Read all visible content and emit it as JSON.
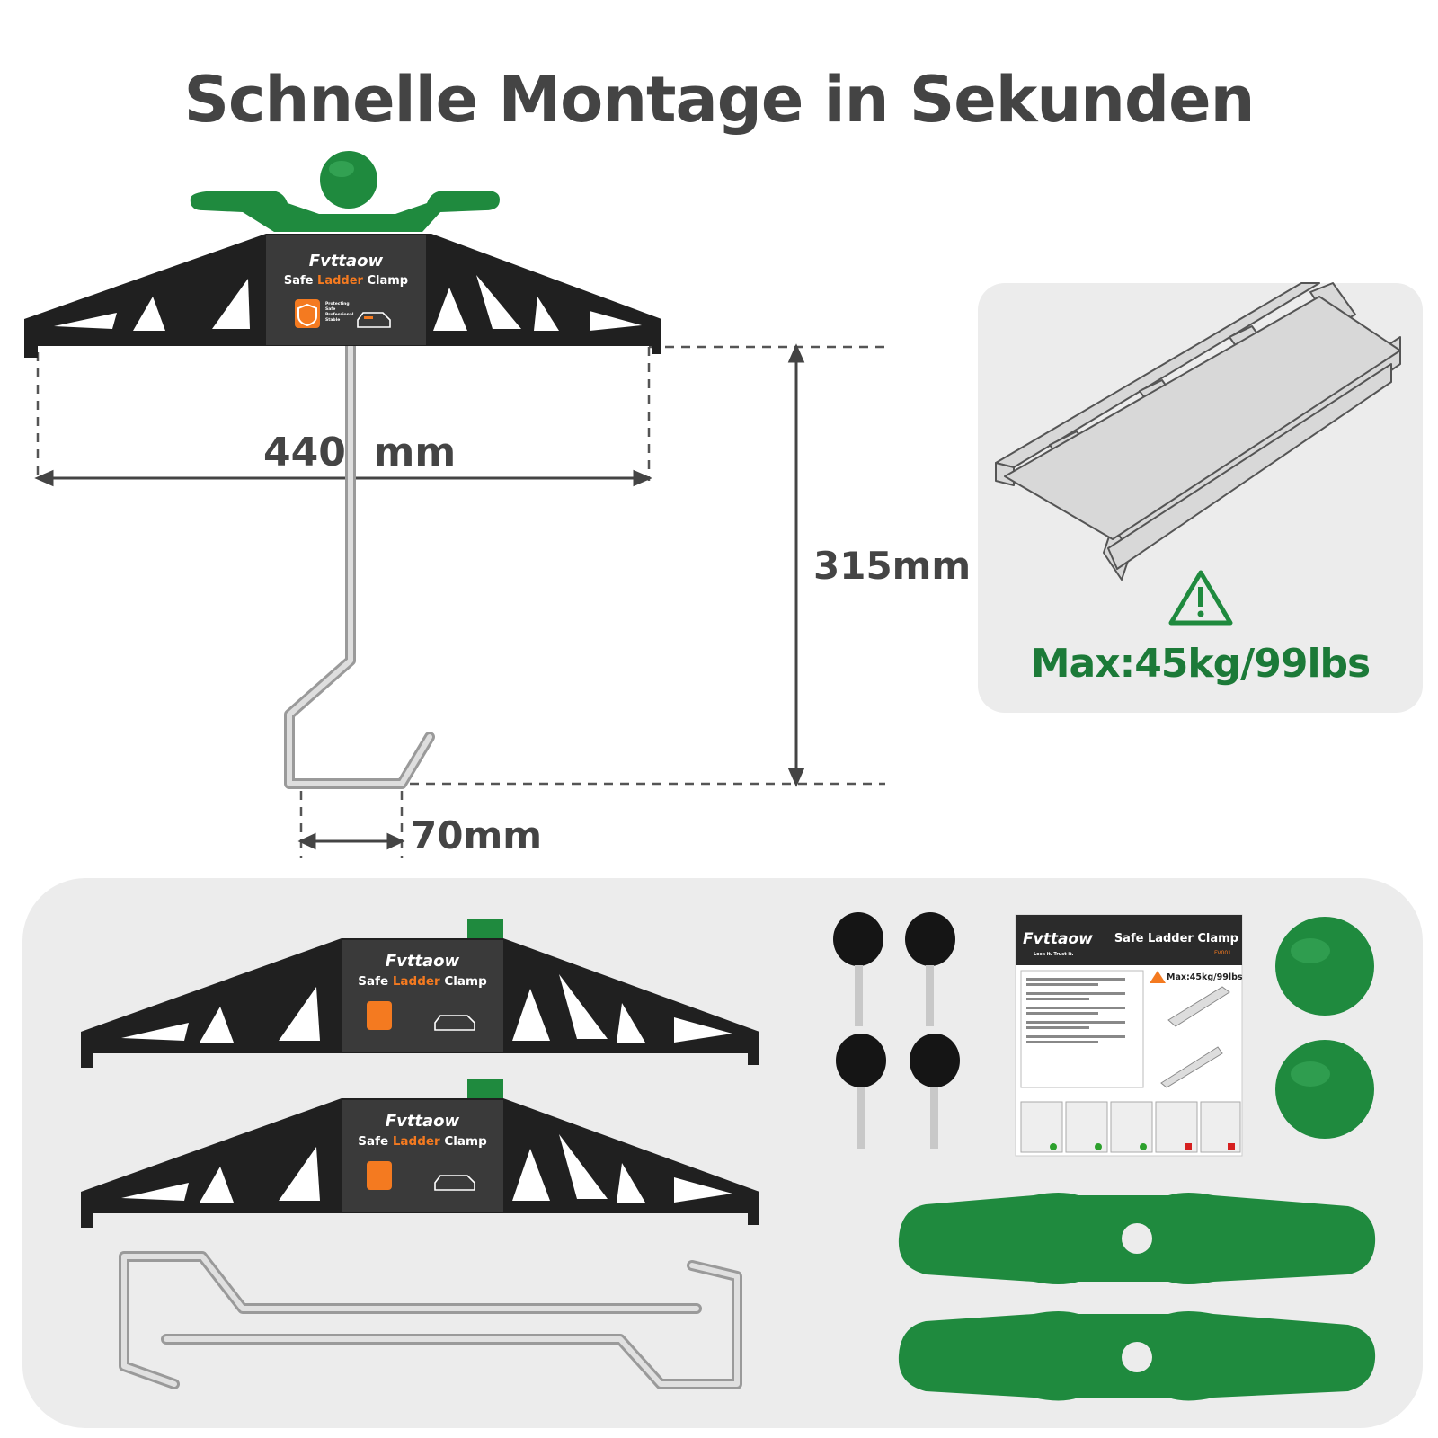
{
  "title": "Schnelle Montage in Sekunden",
  "dimensions": {
    "width": "440  mm",
    "height": "315mm",
    "hook": "70mm"
  },
  "max_load": "Max:45kg/99lbs",
  "product": {
    "brand": "Fvttaow",
    "name_part1": "Safe ",
    "name_accent": "Ladder",
    "name_part2": " Clamp",
    "badge_lines": [
      "Protecting",
      "Safe",
      "Professional",
      "Stable"
    ]
  },
  "manual": {
    "brand": "Fvttaow",
    "tagline": "Lock it. Trust it.",
    "title": "Safe Ladder Clamp",
    "code": "FV001",
    "max": "Max:45kg/99lbs"
  },
  "colors": {
    "green": "#1f8a3e",
    "dark_green": "#1c7a38",
    "clamp_black": "#202020",
    "label_gray": "#3a3a3a",
    "accent_orange": "#f47a20",
    "title_gray": "#444444"
  }
}
